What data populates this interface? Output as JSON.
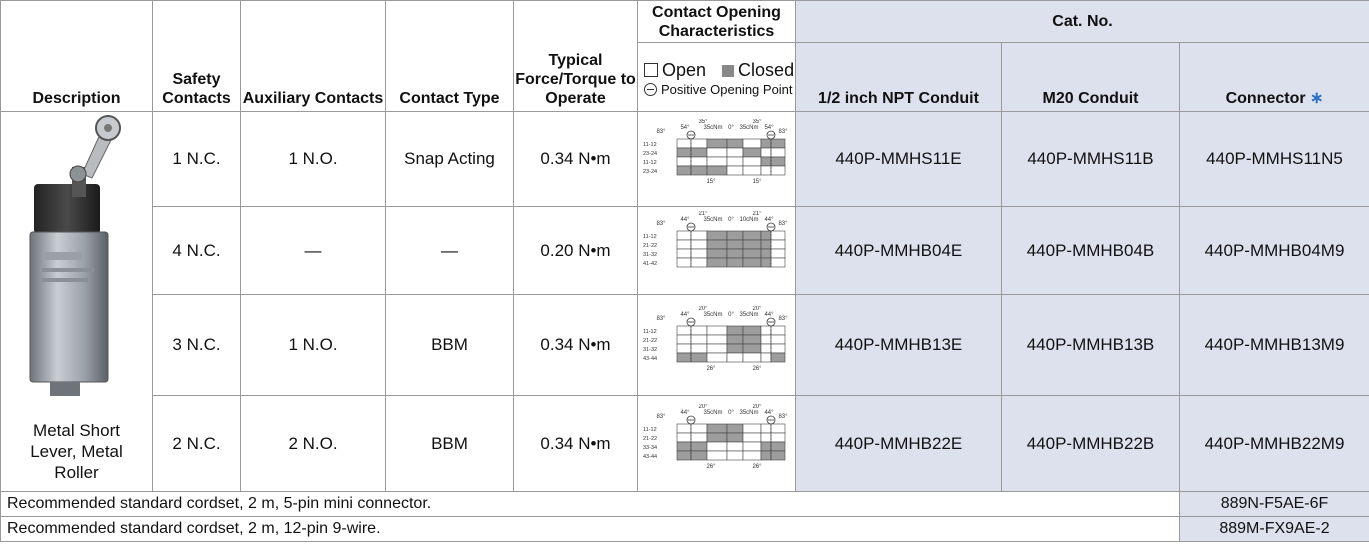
{
  "headers": {
    "description": "Description",
    "safety": "Safety Contacts",
    "auxiliary": "Auxiliary Contacts",
    "contact_type": "Contact Type",
    "force": "Typical Force/Torque to Operate",
    "opening_title": "Contact Opening Characteristics",
    "legend_open": "Open",
    "legend_closed": "Closed",
    "legend_positive": "Positive Opening Point",
    "cat_no": "Cat. No.",
    "npt": "1/2 inch NPT Conduit",
    "m20": "M20 Conduit",
    "connector": "Connector",
    "connector_mark": "∗"
  },
  "description_text": "Metal Short Lever, Metal Roller",
  "rows": [
    {
      "safety": "1 N.C.",
      "aux": "1 N.O.",
      "type": "Snap Acting",
      "force": "0.34 N•m",
      "npt": "440P-MMHS11E",
      "m20": "440P-MMHS11B",
      "conn": "440P-MMHS11N5",
      "diagram": {
        "angles": [
          "83°",
          "54°",
          "35°",
          "35cNm",
          "0°",
          "35cNm",
          "35°",
          "54°",
          "83°"
        ],
        "labels": [
          "11-12",
          "23-24",
          "11-12",
          "23-24"
        ],
        "bottom": [
          "15°",
          "15°"
        ]
      }
    },
    {
      "safety": "4 N.C.",
      "aux": "—",
      "type": "—",
      "force": "0.20 N•m",
      "npt": "440P-MMHB04E",
      "m20": "440P-MMHB04B",
      "conn": "440P-MMHB04M9",
      "diagram": {
        "angles": [
          "83°",
          "44°",
          "21°",
          "35cNm",
          "0°",
          "10cNm",
          "21°",
          "44°",
          "83°"
        ],
        "labels": [
          "11-12",
          "21-22",
          "31-32",
          "41-42"
        ],
        "bottom": []
      }
    },
    {
      "safety": "3 N.C.",
      "aux": "1 N.O.",
      "type": "BBM",
      "force": "0.34 N•m",
      "npt": "440P-MMHB13E",
      "m20": "440P-MMHB13B",
      "conn": "440P-MMHB13M9",
      "diagram": {
        "angles": [
          "83°",
          "44°",
          "20°",
          "35cNm",
          "0°",
          "35cNm",
          "20°",
          "44°",
          "83°"
        ],
        "labels": [
          "11-12",
          "21-22",
          "31-32",
          "43-44"
        ],
        "bottom": [
          "26°",
          "26°"
        ]
      }
    },
    {
      "safety": "2 N.C.",
      "aux": "2 N.O.",
      "type": "BBM",
      "force": "0.34 N•m",
      "npt": "440P-MMHB22E",
      "m20": "440P-MMHB22B",
      "conn": "440P-MMHB22M9",
      "diagram": {
        "angles": [
          "83°",
          "44°",
          "20°",
          "35cNm",
          "0°",
          "35cNm",
          "20°",
          "44°",
          "83°"
        ],
        "labels": [
          "11-12",
          "21-22",
          "33-34",
          "43-44"
        ],
        "bottom": [
          "26°",
          "26°"
        ]
      }
    }
  ],
  "footer": [
    {
      "text": "Recommended standard cordset, 2 m, 5-pin mini connector.",
      "cat": "889N-F5AE-6F"
    },
    {
      "text": "Recommended standard cordset, 2 m, 12-pin 9-wire.",
      "cat": "889M-FX9AE-2"
    }
  ]
}
